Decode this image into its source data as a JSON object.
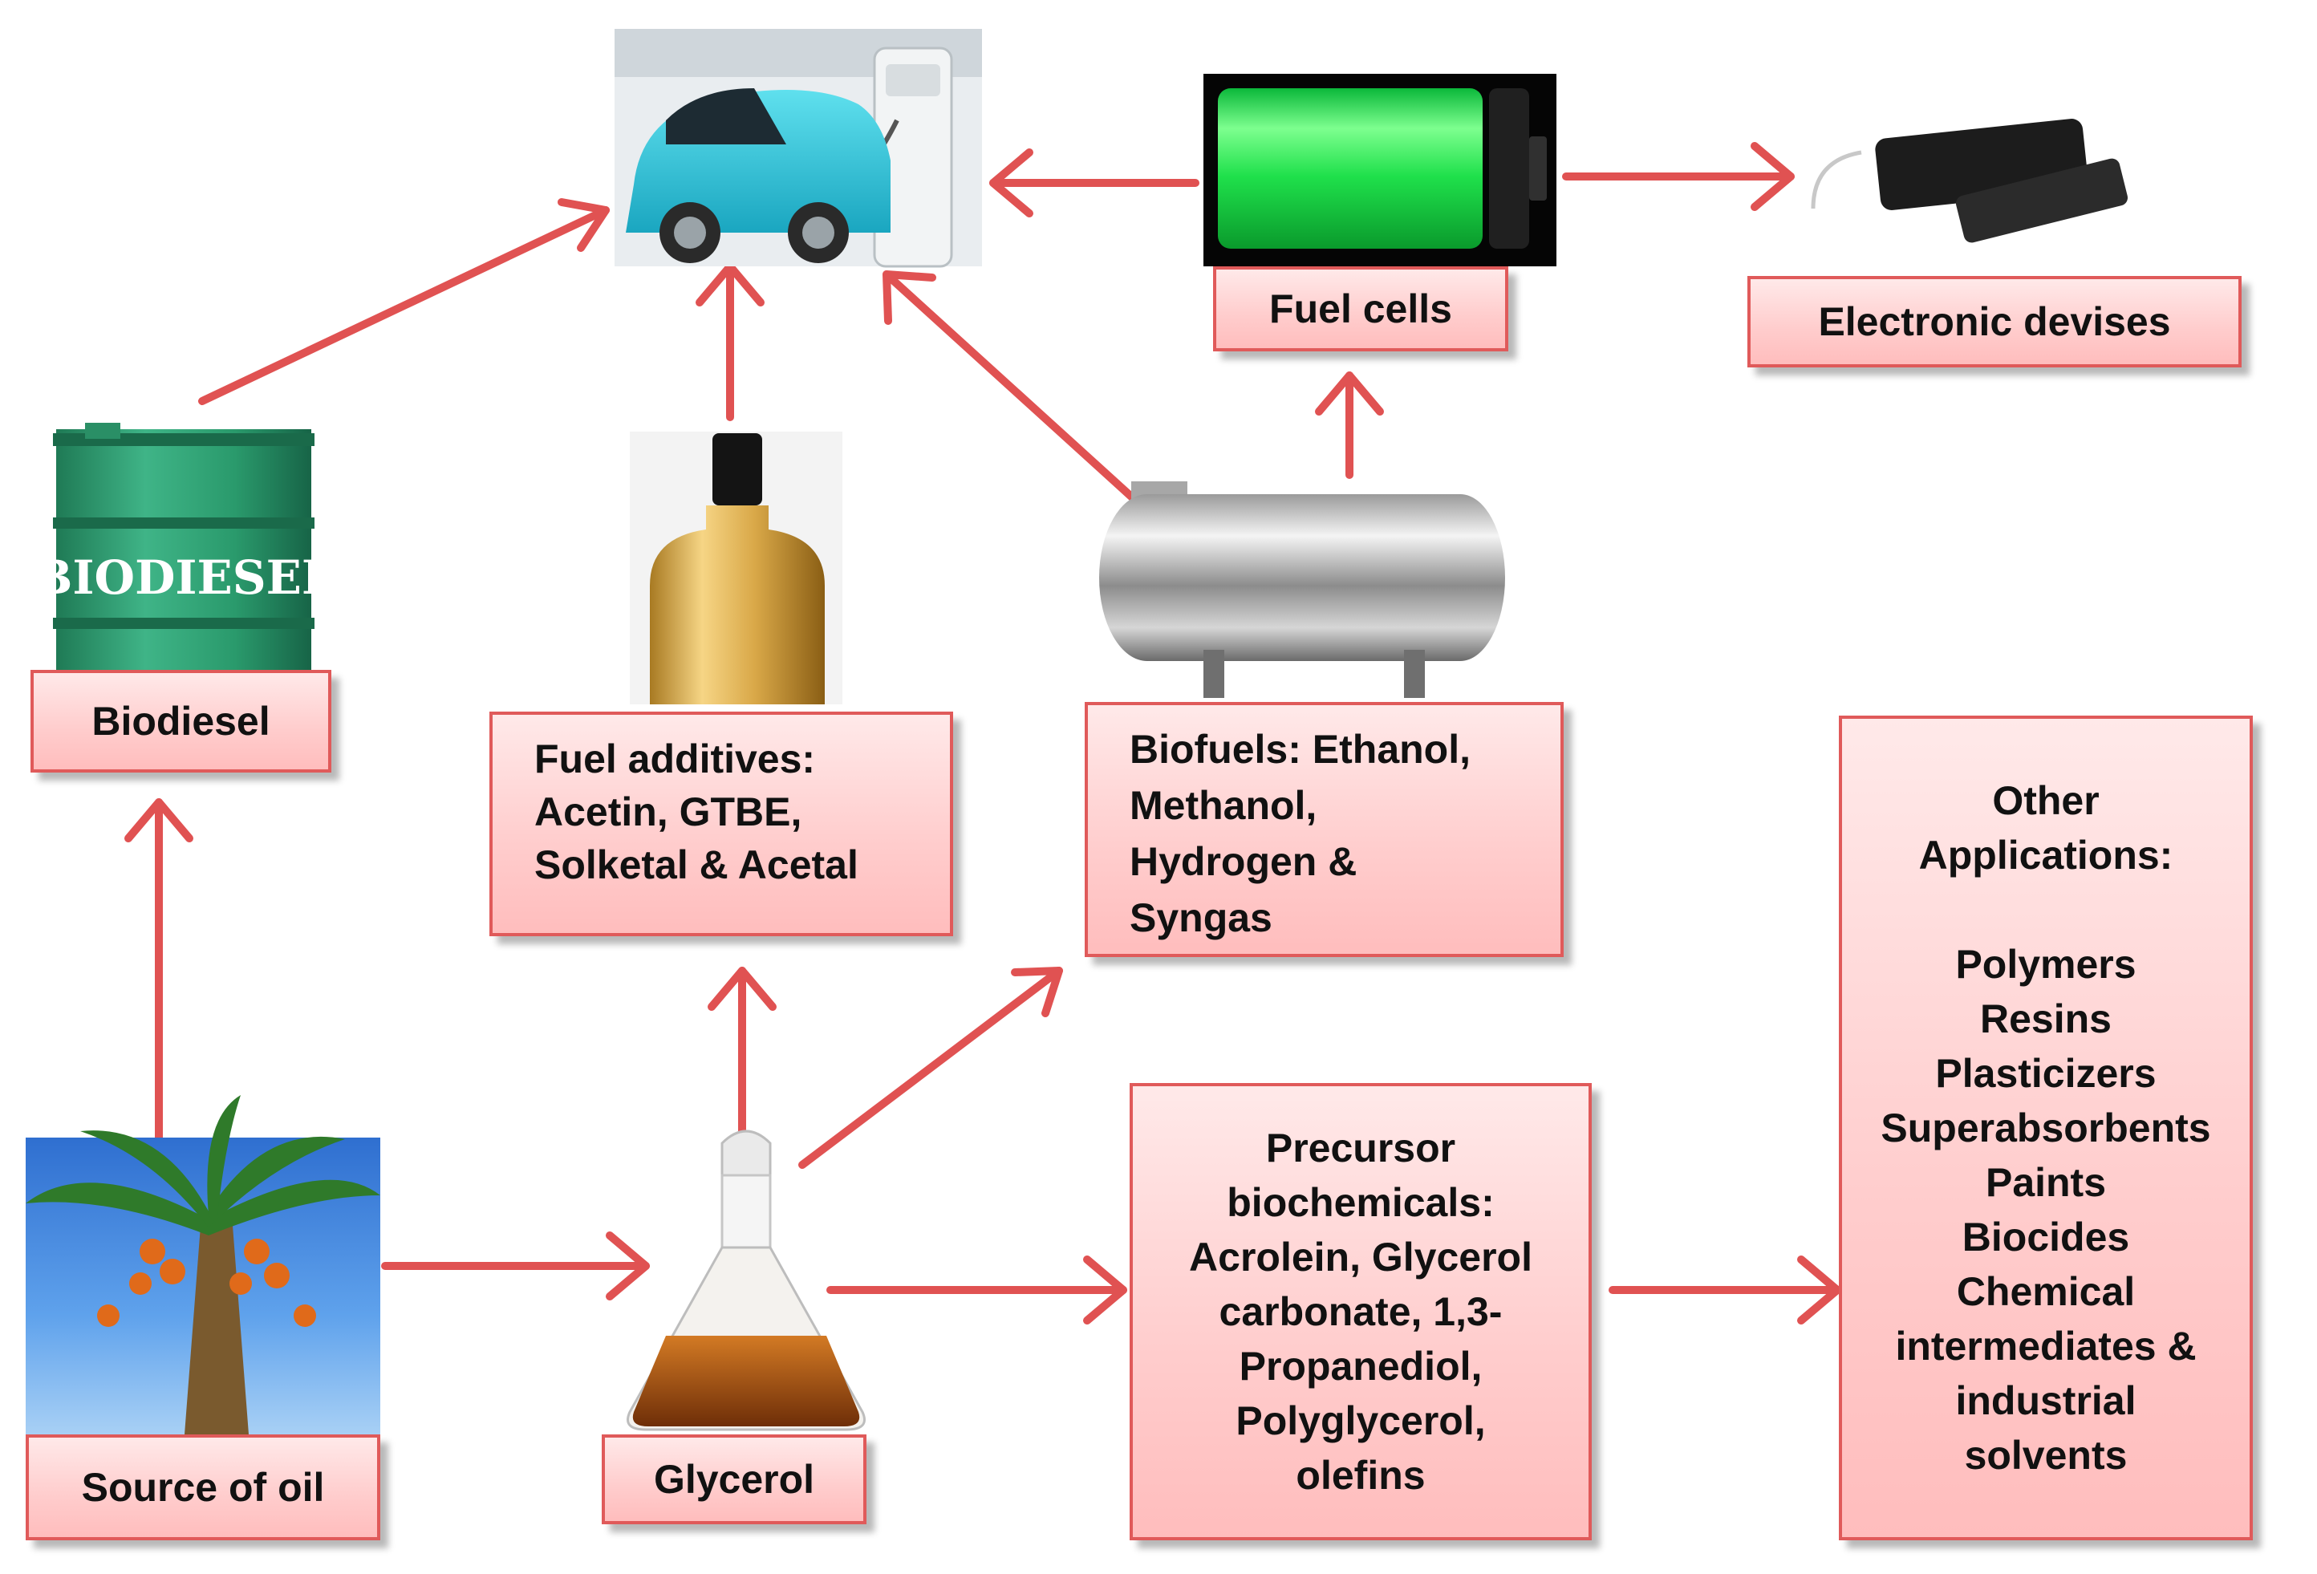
{
  "nodes": {
    "source_of_oil": {
      "label": "Source of oil"
    },
    "glycerol": {
      "label": "Glycerol"
    },
    "biodiesel": {
      "label": "Biodiesel",
      "drum_text": "BIODIESEL"
    },
    "fuel_additives": {
      "lines": [
        "Fuel additives:",
        "Acetin, GTBE,",
        "Solketal & Acetal"
      ]
    },
    "biofuels": {
      "lines": [
        "Biofuels: Ethanol,",
        "Methanol,",
        "Hydrogen &",
        "Syngas"
      ]
    },
    "fuel_cells": {
      "label": "Fuel cells"
    },
    "electronic_devises": {
      "label": "Electronic devises"
    },
    "precursor": {
      "lines": [
        "Precursor",
        "biochemicals:",
        "Acrolein, Glycerol",
        "carbonate, 1,3-",
        "Propanediol,",
        "Polyglycerol,",
        "olefins"
      ]
    },
    "other": {
      "heading": [
        "Other",
        "Applications:"
      ],
      "items": [
        "Polymers",
        "Resins",
        "Plasticizers",
        "Superabsorbents",
        "Paints",
        "Biocides",
        "Chemical",
        "intermediates &",
        "industrial",
        "solvents"
      ]
    }
  },
  "colors": {
    "arrow": "#e05252",
    "box_border": "#e05a5a",
    "box_fill": "#ffcccc"
  },
  "images": [
    "electric-car-charging",
    "battery",
    "power-bank",
    "biodiesel-drum",
    "fuel-additive-bottle",
    "biofuel-tank",
    "palm-tree",
    "glycerol-flask"
  ]
}
